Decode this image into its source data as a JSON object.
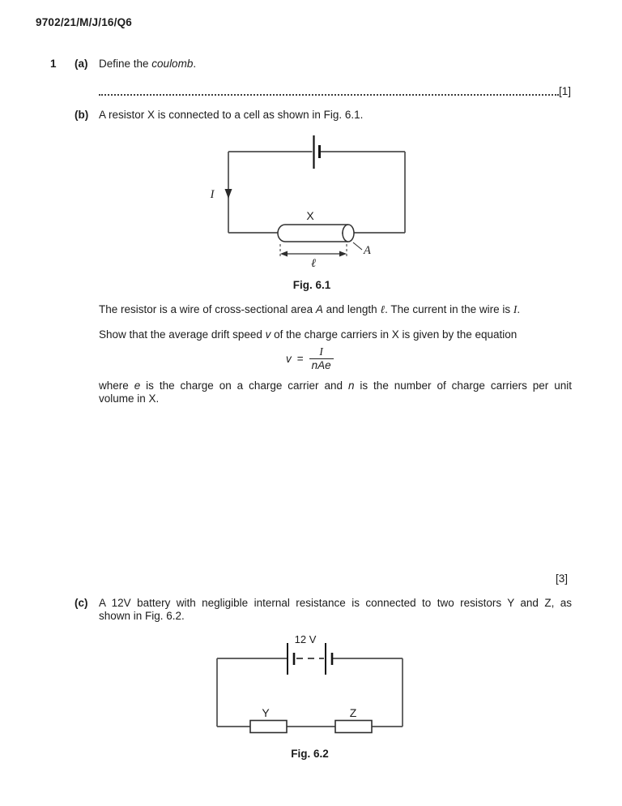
{
  "page": {
    "code": "9702/21/M/J/16/Q6"
  },
  "question": {
    "number": "1",
    "a": {
      "label": "(a)",
      "t1": "Define the ",
      "v1": "coulomb",
      "t2": ".",
      "marks": "[1]"
    },
    "b": {
      "label": "(b)",
      "intro": "A resistor X is connected to a cell as shown in Fig. 6.1.",
      "fig": {
        "caption": "Fig. 6.1",
        "current_label": "I",
        "resistor_label": "X",
        "area_label": "A",
        "length_label": "ℓ"
      },
      "para_resistor": {
        "t1": "The resistor is a wire of cross-sectional area ",
        "v1": "A",
        "t2": " and length ",
        "v2": "ℓ",
        "t3": ". The current in the wire is ",
        "v3": "I",
        "t4": "."
      },
      "para_show": {
        "t1": "Show that the average drift speed ",
        "v1": "v",
        "t2": " of the charge carriers in X is given by the equation"
      },
      "equation": {
        "lhs": "v",
        "equals": "=",
        "numerator": "I",
        "denominator": "nAe"
      },
      "para_where": {
        "t1": "where ",
        "v1": "e",
        "t2": " is the charge on a charge carrier and ",
        "v2": "n",
        "t3": " is the number of charge carriers per unit",
        "line2": "volume in X."
      },
      "marks": "[3]"
    },
    "c": {
      "label": "(c)",
      "line1": "A 12V battery with negligible internal resistance is connected to two resistors Y and Z, as",
      "line2": "shown in Fig. 6.2.",
      "fig": {
        "caption": "Fig. 6.2",
        "battery_label": "12 V",
        "resistor_y": "Y",
        "resistor_z": "Z"
      }
    }
  }
}
